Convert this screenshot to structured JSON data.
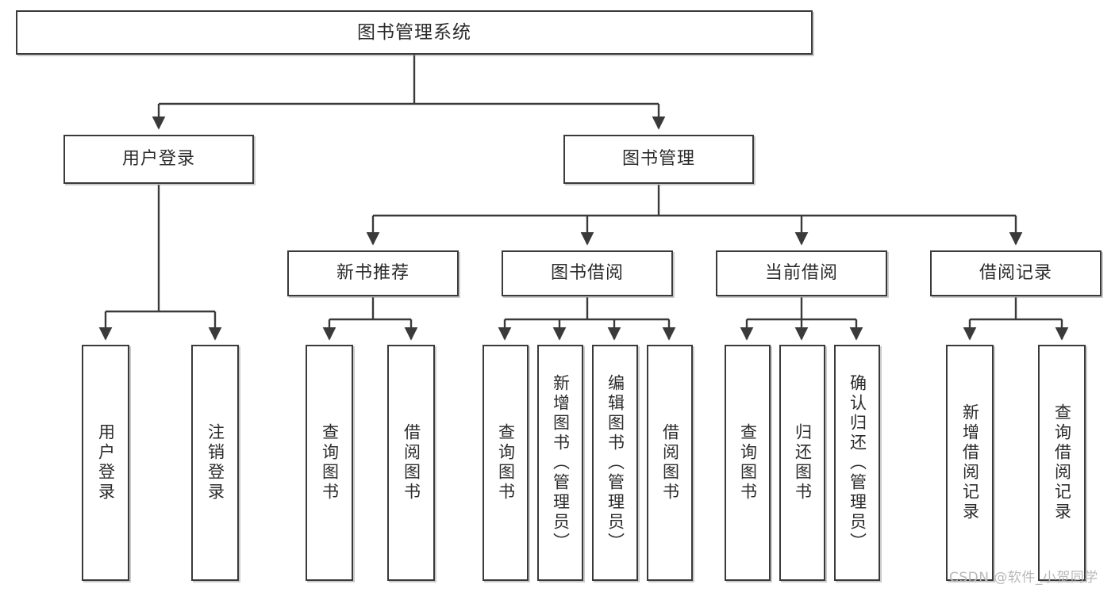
{
  "diagram": {
    "title": "图书管理系统",
    "type": "tree-hierarchy",
    "orientation": "top-down",
    "line_color": "#3a3a3a",
    "box_fill": "#ffffff",
    "text_color": "#2b2b2b"
  },
  "nodes": {
    "root": {
      "label": "图书管理系统",
      "level": 1
    },
    "level2": [
      {
        "label": "用户登录",
        "level": 2
      },
      {
        "label": "图书管理",
        "level": 2
      }
    ],
    "level3": [
      {
        "label": "新书推荐",
        "level": 3
      },
      {
        "label": "图书借阅",
        "level": 3
      },
      {
        "label": "当前借阅",
        "level": 3
      },
      {
        "label": "借阅记录",
        "level": 3
      }
    ],
    "leaves": {
      "user_login": [
        {
          "label": "用户登录"
        },
        {
          "label": "注销登录"
        }
      ],
      "new_book_recommend": [
        {
          "label": "查询图书"
        },
        {
          "label": "借阅图书"
        }
      ],
      "book_borrow": [
        {
          "label": "查询图书"
        },
        {
          "label": "新增图书（管理员）"
        },
        {
          "label": "编辑图书（管理员）"
        },
        {
          "label": "借阅图书"
        }
      ],
      "current_borrow": [
        {
          "label": "查询图书"
        },
        {
          "label": "归还图书"
        },
        {
          "label": "确认归还（管理员）"
        }
      ],
      "borrow_record": [
        {
          "label": "新增借阅记录"
        },
        {
          "label": "查询借阅记录"
        }
      ]
    }
  },
  "watermark": {
    "text": "CSDN @软件_小贺同学"
  }
}
